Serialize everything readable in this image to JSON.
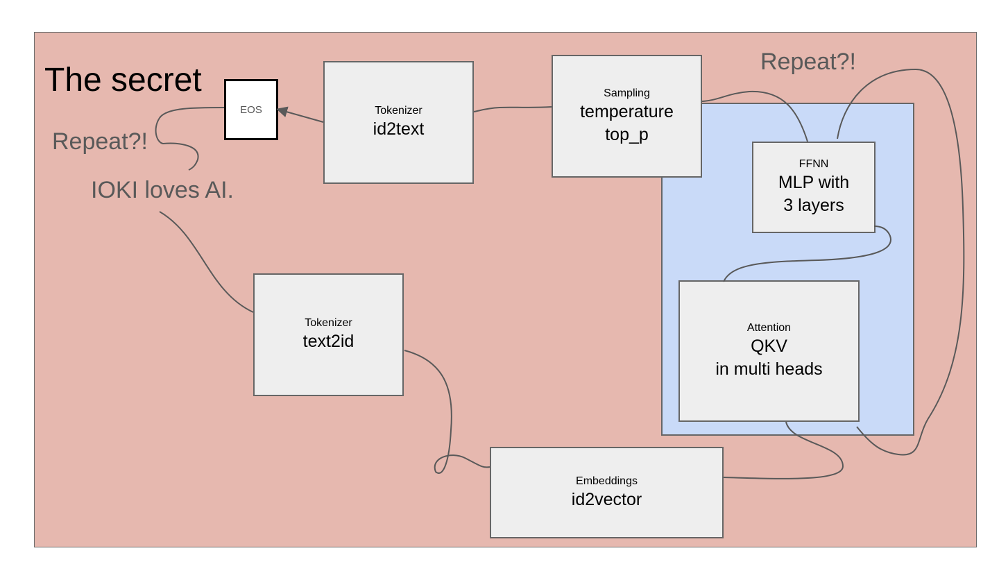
{
  "title": "The secret",
  "notes": {
    "repeat_left": "Repeat?!",
    "repeat_right": "Repeat?!",
    "example_text": "IOKI loves AI."
  },
  "eos": {
    "label": "EOS"
  },
  "nodes": {
    "tokenizer_decode": {
      "heading": "Tokenizer",
      "body": "id2text"
    },
    "sampling": {
      "heading": "Sampling",
      "body_line1": "temperature",
      "body_line2": "top_p"
    },
    "ffnn": {
      "heading": "FFNN",
      "body_line1": "MLP with",
      "body_line2": "3 layers"
    },
    "attention": {
      "heading": "Attention",
      "body_line1": "QKV",
      "body_line2": "in multi heads"
    },
    "tokenizer_encode": {
      "heading": "Tokenizer",
      "body": "text2id"
    },
    "embeddings": {
      "heading": "Embeddings",
      "body": "id2vector"
    }
  },
  "colors": {
    "background": "#e6b8af",
    "transformer_block": "#c9daf8",
    "node_fill": "#eeeeee",
    "stroke": "#666666",
    "note_text": "#595959"
  }
}
